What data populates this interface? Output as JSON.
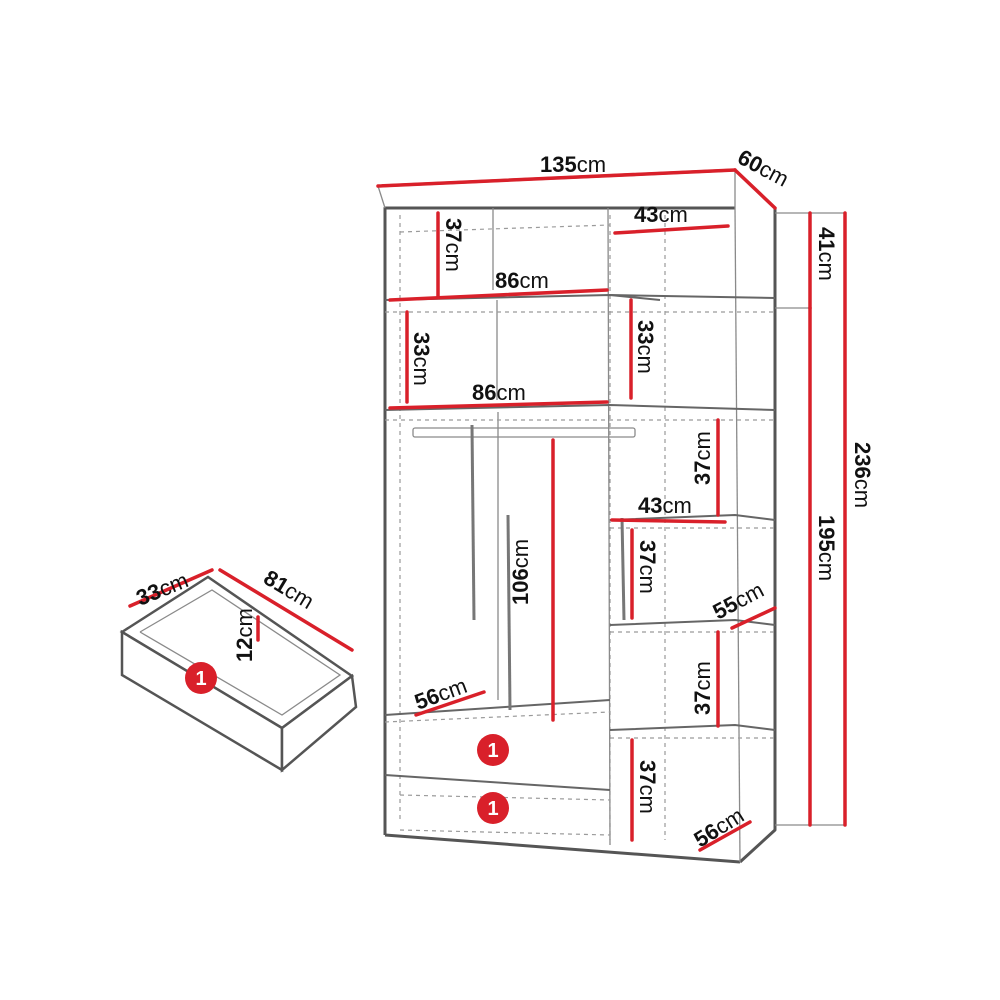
{
  "unit": "cm",
  "labels": {
    "width_total": "135",
    "depth_total": "60",
    "height_total": "236",
    "height_lower": "195",
    "height_top_right": "41",
    "top_left_height": "37",
    "top_left_width": "86",
    "top_right_width": "43",
    "mid_left_height": "33",
    "mid_left_width": "86",
    "mid_right_height": "33",
    "hang_height": "106",
    "right_shelf_1": "37",
    "right_width_2": "43",
    "right_shelf_2": "37",
    "right_depth_1": "55",
    "right_shelf_3": "37",
    "bottom_left_depth": "56",
    "right_shelf_4": "37",
    "bottom_right_depth": "56",
    "drawer_depth": "33",
    "drawer_width": "81",
    "drawer_height": "12"
  },
  "badges": {
    "drawer_number": "1"
  }
}
